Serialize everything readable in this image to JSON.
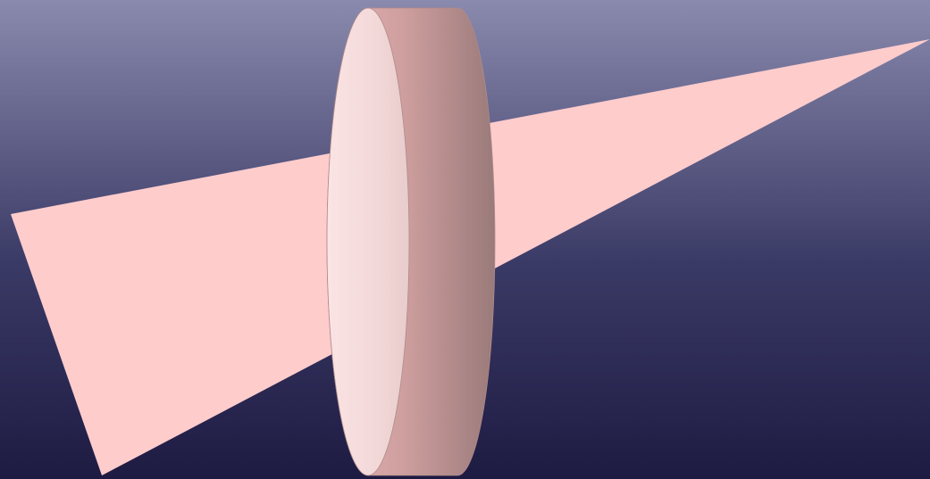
{
  "diagram": {
    "colors": {
      "background_top": "#8a8aae",
      "background_mid": "#3a3a66",
      "background_bottom": "#1e1b42",
      "light_beam": "#ffcccc",
      "lens_face_light": "#fbe4e4",
      "lens_face_mid": "#f3d8d8",
      "lens_face_shadow": "#e8cccc",
      "lens_rim_light": "#e3b1b1",
      "lens_rim_mid": "#cf9f9f",
      "lens_rim_dark": "#9a7a7a",
      "lens_outline": "#b08a8a"
    },
    "elements": [
      "background",
      "light-beam",
      "lens-rim",
      "lens-face"
    ]
  }
}
